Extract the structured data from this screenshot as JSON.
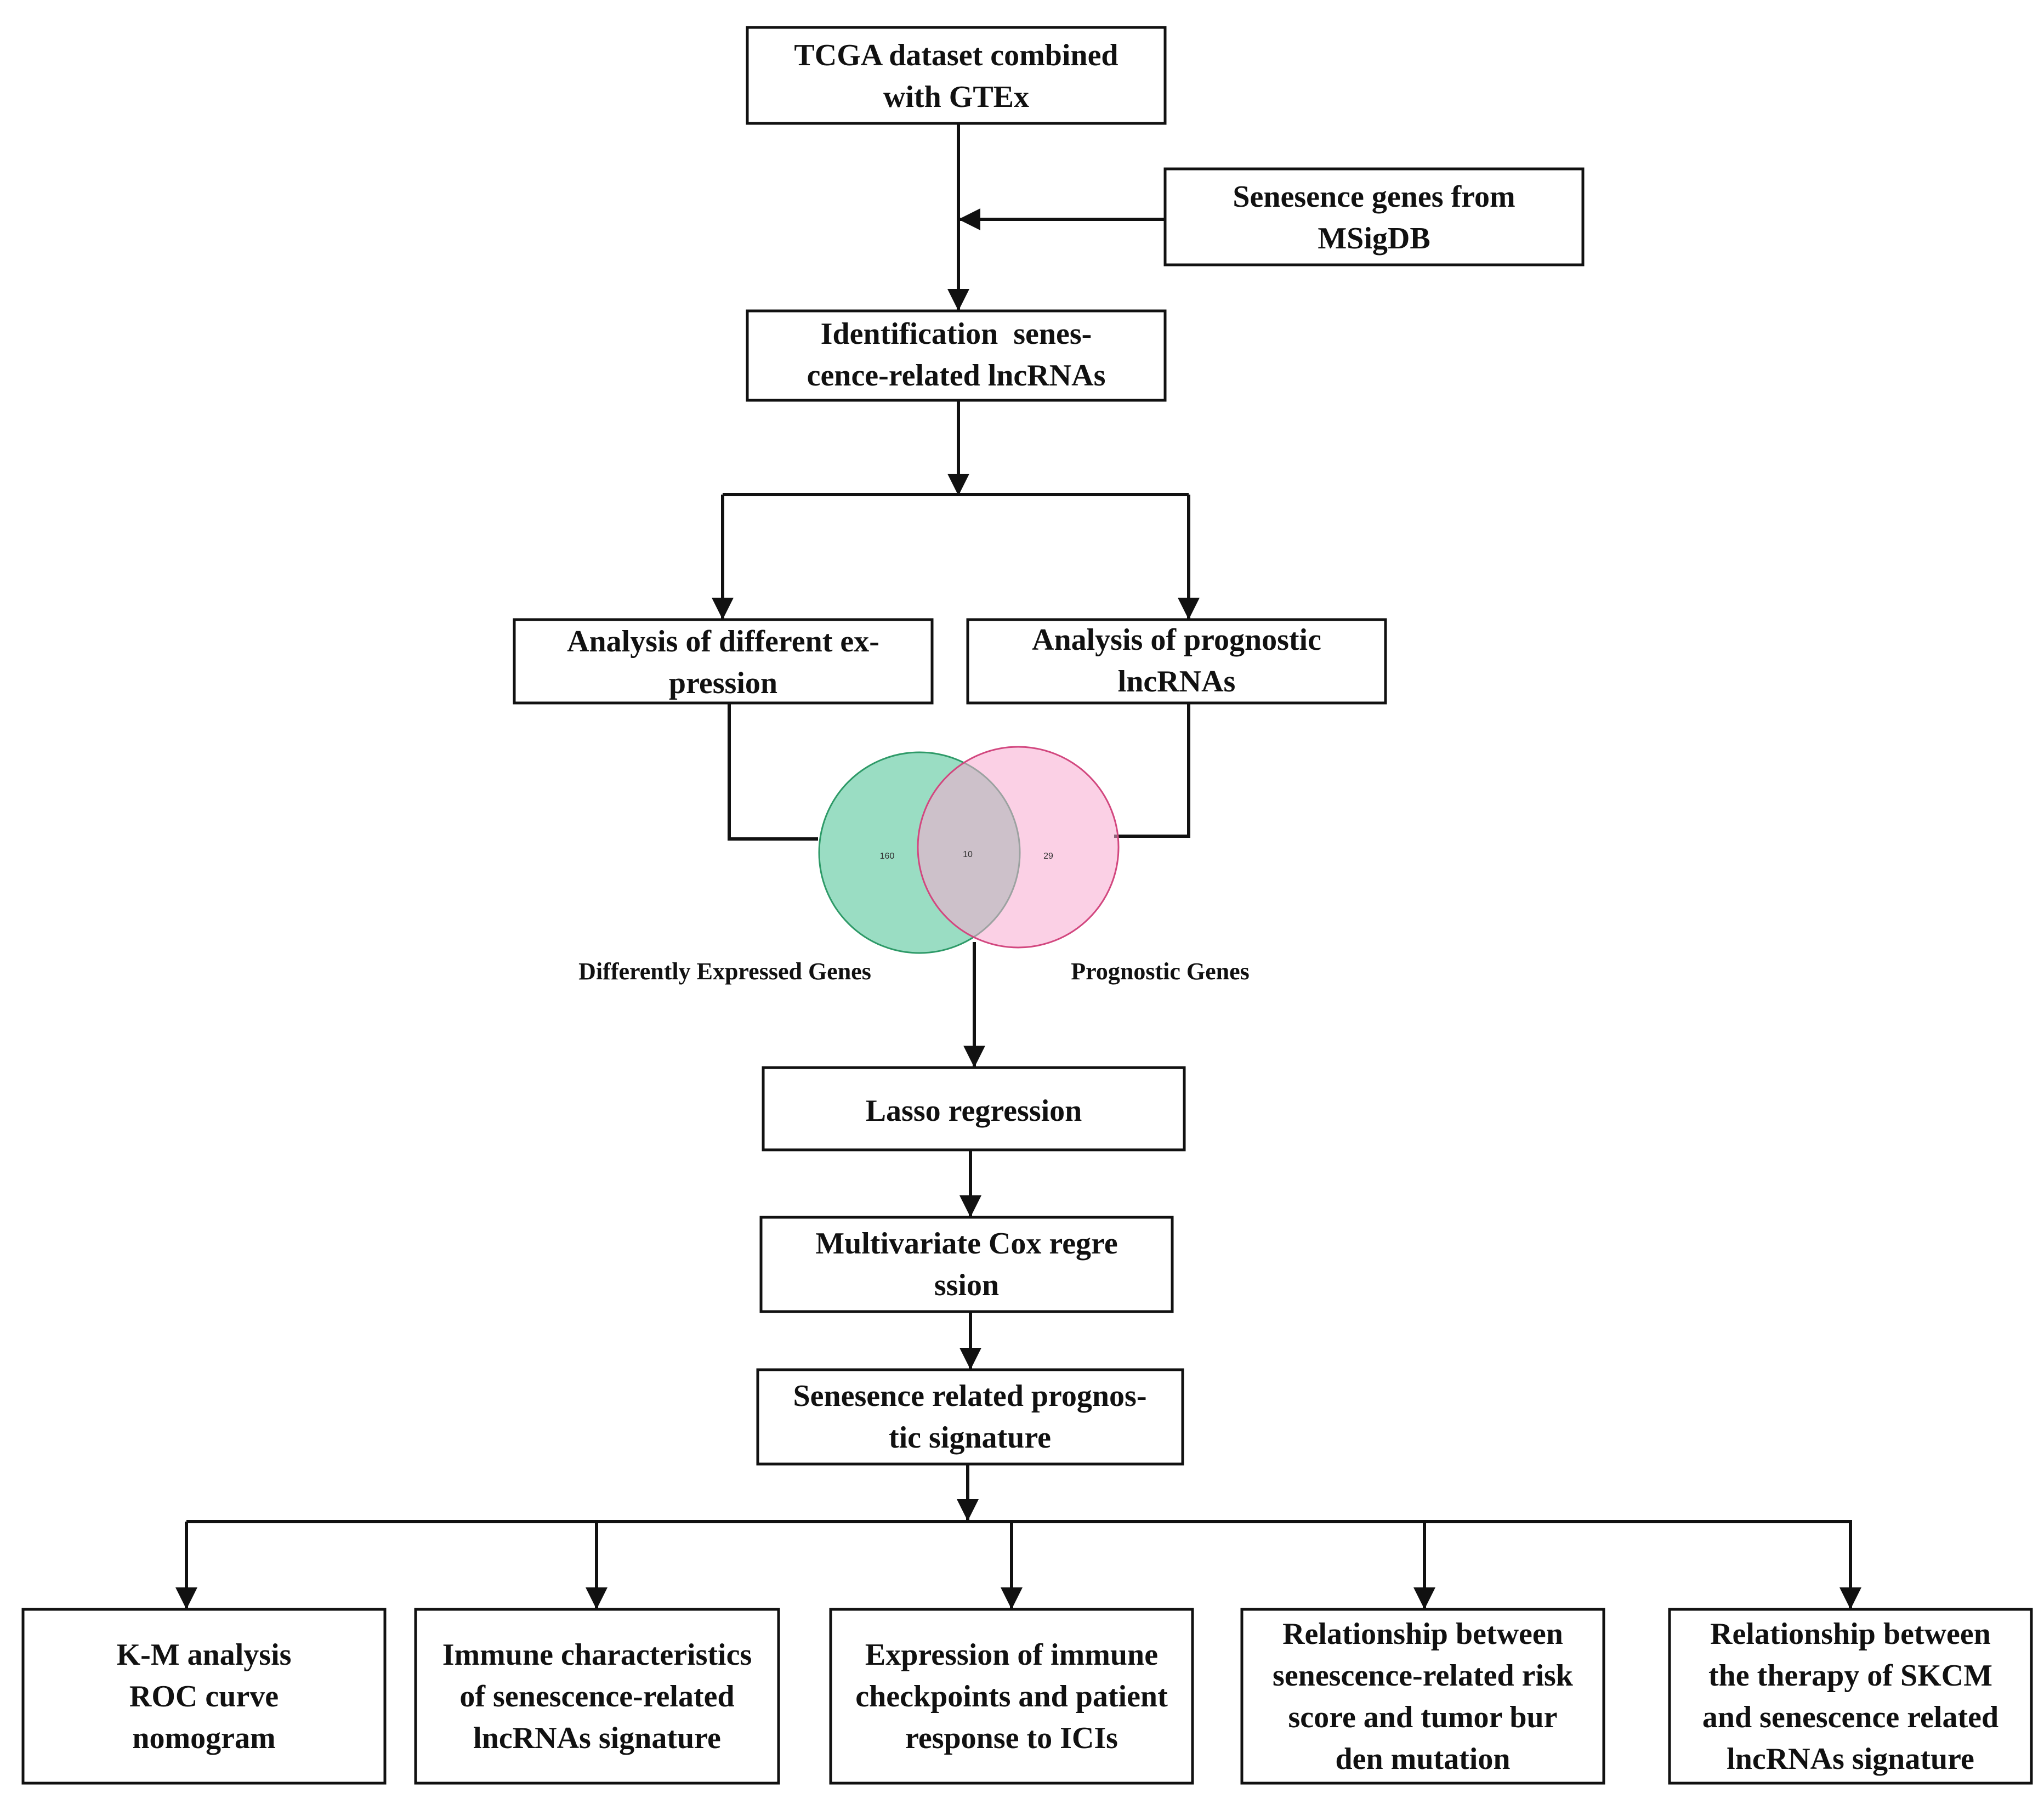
{
  "boxes": {
    "tcga": {
      "lines": [
        "TCGA dataset combined",
        "with GTEx"
      ]
    },
    "msigdb": {
      "lines": [
        "Senesence genes from",
        "MSigDB"
      ]
    },
    "identification": {
      "lines": [
        "Identification  senes-",
        "cence-related lncRNAs"
      ]
    },
    "diff_expression": {
      "lines": [
        "Analysis of different ex-",
        "pression"
      ]
    },
    "prognostic": {
      "lines": [
        "Analysis of prognostic",
        "lncRNAs"
      ]
    },
    "lasso": {
      "lines": [
        "Lasso regression"
      ]
    },
    "cox": {
      "lines": [
        "Multivariate Cox regre",
        "ssion"
      ]
    },
    "signature": {
      "lines": [
        "Senesence related prognos-",
        "tic signature"
      ]
    },
    "km": {
      "lines": [
        "K-M analysis",
        "ROC curve",
        "nomogram"
      ]
    },
    "immune": {
      "lines": [
        "Immune characteristics",
        "of senescence-related",
        "lncRNAs signature"
      ]
    },
    "checkpoints": {
      "lines": [
        "Expression of immune",
        "checkpoints and patient",
        "response to ICIs"
      ]
    },
    "tumor_burden": {
      "lines": [
        "Relationship between",
        "senescence-related risk",
        "score and tumor bur",
        "den mutation"
      ]
    },
    "therapy": {
      "lines": [
        "Relationship between",
        "the therapy of SKCM",
        "and senescence related",
        "lncRNAs signature"
      ]
    }
  },
  "venn": {
    "left_label": "Differently Expressed Genes",
    "right_label": "Prognostic Genes",
    "left_only": "160",
    "overlap": "10",
    "right_only": "29",
    "left_color": "#8fd9bd",
    "left_stroke": "#2e9a68",
    "right_color": "#f8a9cf",
    "right_stroke": "#d2477f"
  }
}
